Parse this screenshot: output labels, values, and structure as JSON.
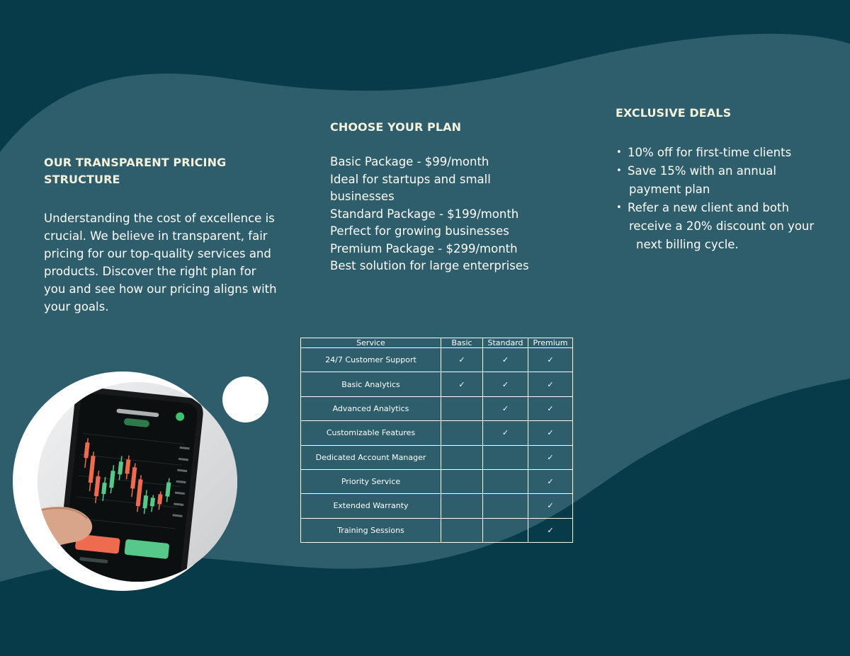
{
  "colors": {
    "background_dark": "#083b4a",
    "background_wave": "#2e5e6b",
    "heading": "#f4f1dc",
    "text": "#ffffff"
  },
  "left": {
    "heading": "OUR TRANSPARENT PRICING STRUCTURE",
    "body": "Understanding the cost of excellence is crucial. We believe in transparent, fair pricing for our top-quality services and products. Discover the right plan for you and see how our pricing aligns with your goals."
  },
  "plans": {
    "heading": "CHOOSE YOUR PLAN",
    "lines": [
      "Basic Package - $99/month",
      "Ideal for startups and small",
      "businesses",
      "Standard Package - $199/month",
      "Perfect for growing businesses",
      "Premium Package - $299/month",
      "Best solution for large enterprises"
    ]
  },
  "deals": {
    "heading": "EXCLUSIVE DEALS",
    "items": [
      {
        "line1": "10% off for first-time clients",
        "line2": ""
      },
      {
        "line1": "Save 15% with an annual",
        "line2": "payment plan"
      },
      {
        "line1": "Refer a new client and both",
        "line2": "receive a 20% discount on your",
        "line3": "next billing cycle."
      }
    ]
  },
  "table": {
    "headers": [
      "Service",
      "Basic",
      "Standard",
      "Premium"
    ],
    "check": "✓",
    "rows": [
      {
        "service": "24/7 Customer Support",
        "basic": "✓",
        "standard": "✓",
        "premium": "✓"
      },
      {
        "service": "Basic Analytics",
        "basic": "✓",
        "standard": "✓",
        "premium": "✓"
      },
      {
        "service": "Advanced Analytics",
        "basic": "",
        "standard": "✓",
        "premium": "✓"
      },
      {
        "service": "Customizable Features",
        "basic": "",
        "standard": "✓",
        "premium": "✓"
      },
      {
        "service": "Dedicated Account Manager",
        "basic": "",
        "standard": "",
        "premium": "✓"
      },
      {
        "service": "Priority Service",
        "basic": "",
        "standard": "",
        "premium": "✓"
      },
      {
        "service": "Extended Warranty",
        "basic": "",
        "standard": "",
        "premium": "✓"
      },
      {
        "service": "Training Sessions",
        "basic": "",
        "standard": "",
        "premium": "✓"
      }
    ]
  },
  "photo": {
    "subject": "hand holding smartphone with candlestick trading chart",
    "icon": "trading-phone-photo"
  }
}
